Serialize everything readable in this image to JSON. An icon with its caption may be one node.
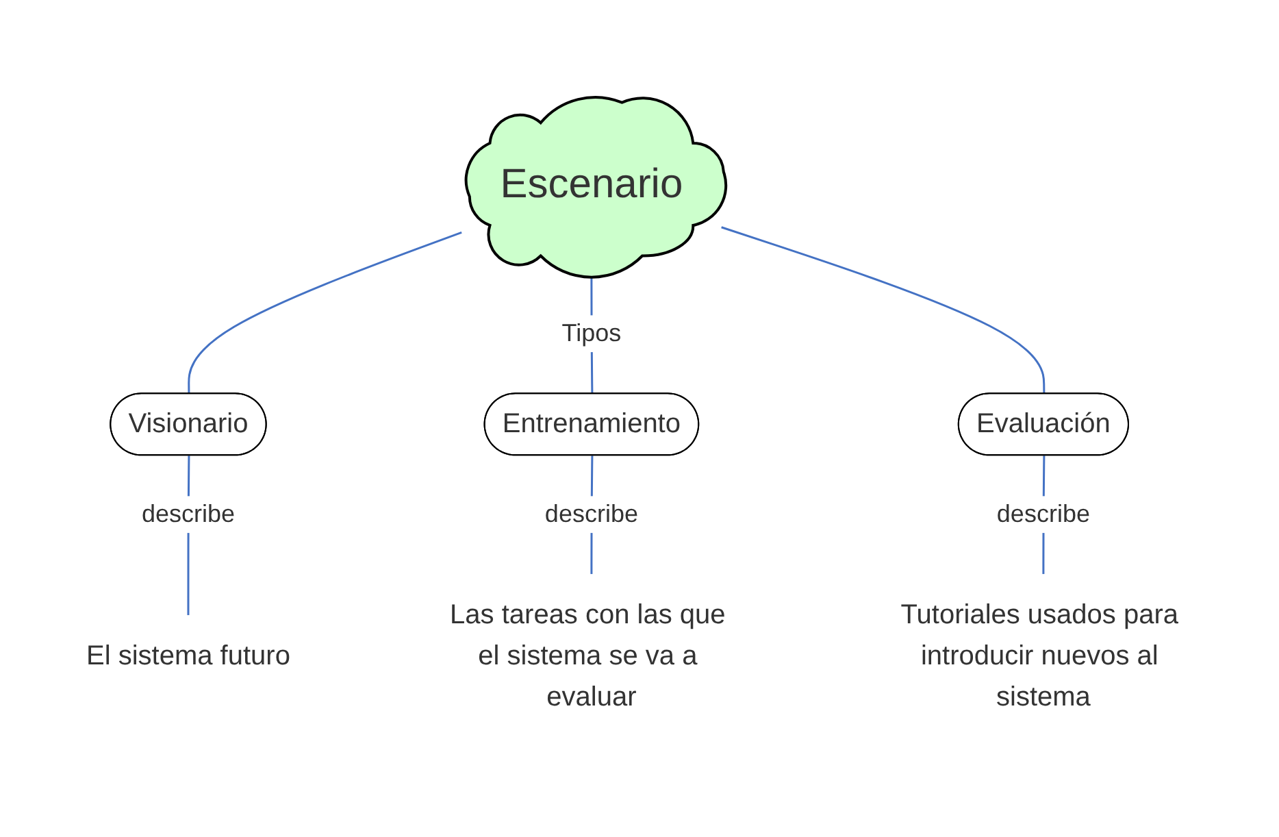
{
  "diagram": {
    "nodes": [
      {
        "text": [
          "Escenario"
        ]
      },
      {
        "text": [
          "Visionario"
        ]
      },
      {
        "text": [
          "Entrenamiento"
        ]
      },
      {
        "text": [
          "Evaluación"
        ]
      },
      {
        "text": [
          "El sistema futuro"
        ]
      },
      {
        "text": [
          "Las tareas con las que el sistema se va a evaluar"
        ]
      },
      {
        "text": [
          "Tutoriales usados para introducir nuevos al sistema"
        ]
      }
    ],
    "edges": [
      {
        "from": 0,
        "to": 1,
        "arrow": "none"
      },
      {
        "from": 0,
        "to": 2,
        "arrow": "none",
        "label": "Tipos"
      },
      {
        "from": 0,
        "to": 3,
        "arrow": "none"
      },
      {
        "from": 1,
        "to": 4,
        "arrow": "none",
        "label": "describe"
      },
      {
        "from": 2,
        "to": 5,
        "arrow": "none",
        "label": "describe"
      },
      {
        "from": 3,
        "to": 6,
        "arrow": "none",
        "label": "describe"
      }
    ]
  }
}
